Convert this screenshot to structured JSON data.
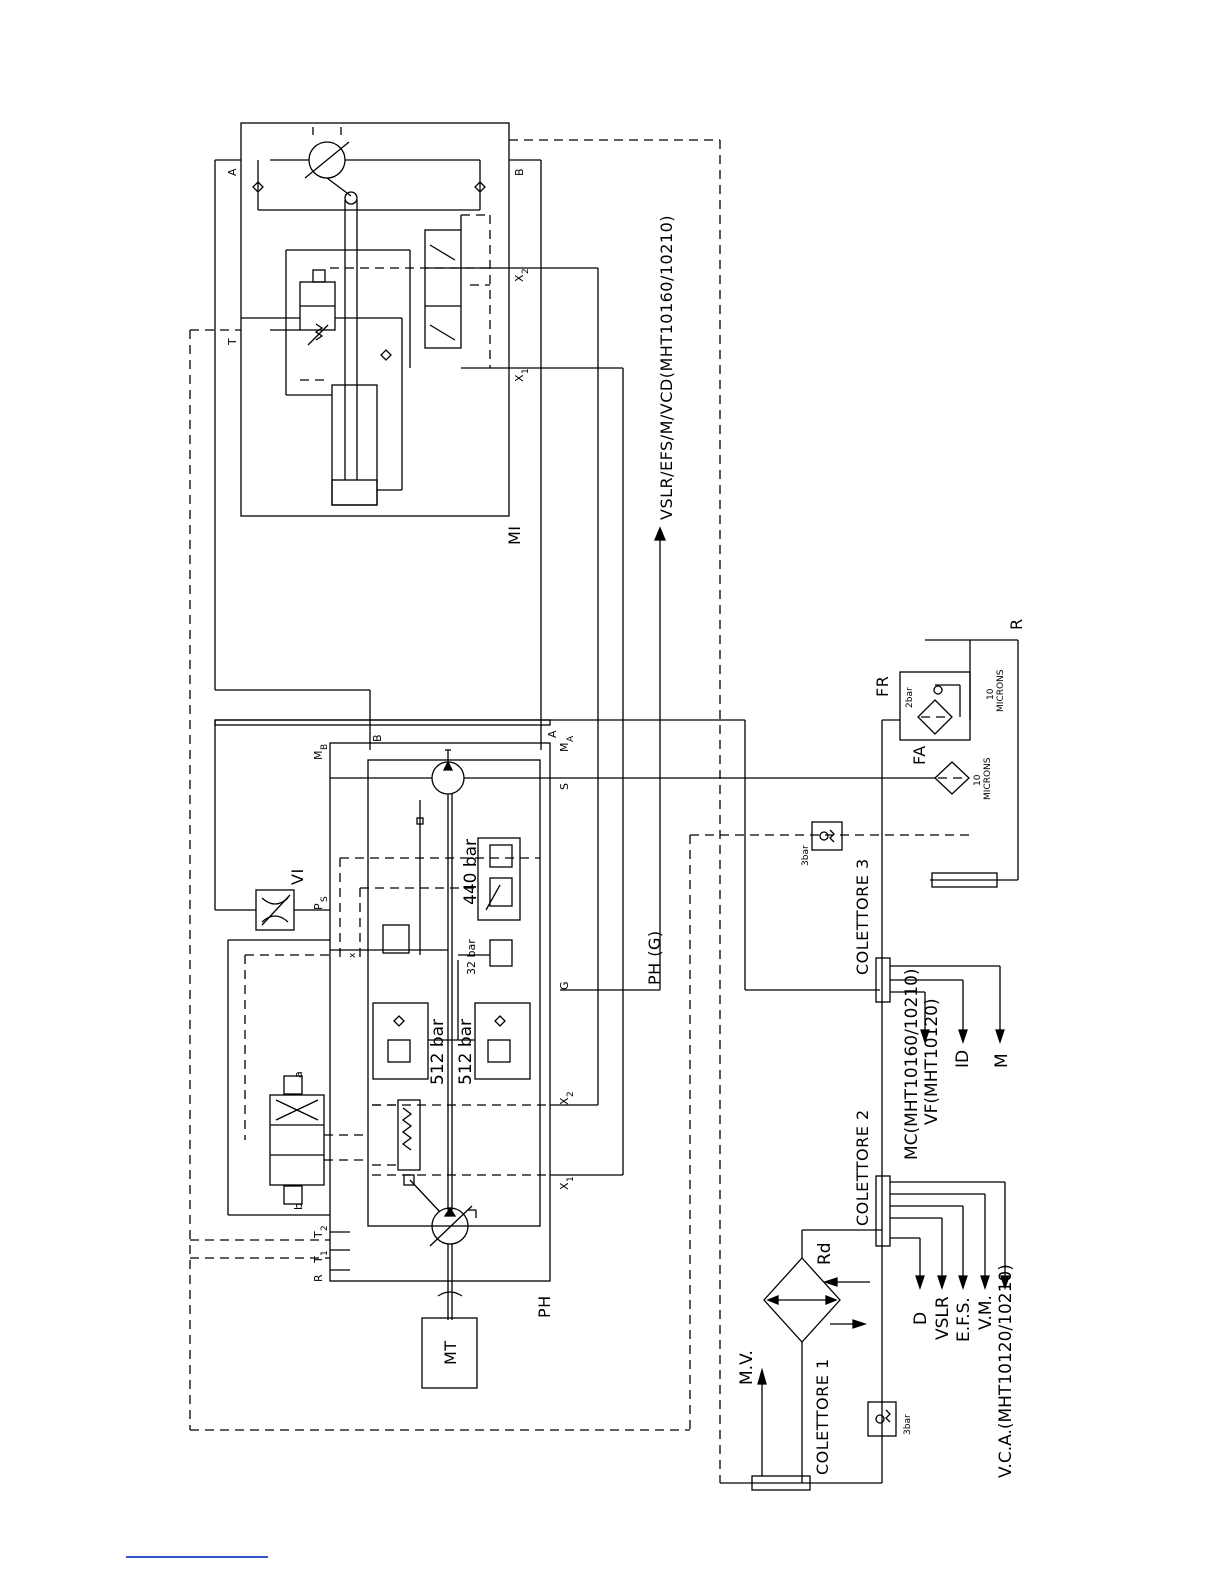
{
  "labels": {
    "mi": "MI",
    "ph": "PH",
    "mt": "MT",
    "vi": "VI",
    "fr": "FR",
    "fa": "FA",
    "r": "R",
    "rd": "Rd",
    "mv": "M.V.",
    "port_a_top": "A",
    "port_b_top": "B",
    "port_t": "T",
    "port_x1_top": "X",
    "port_x1_top_sub": "1",
    "port_x2_top": "X",
    "port_x2_top_sub": "2",
    "port_b_mid": "B",
    "port_a_mid": "A",
    "port_mb": "M",
    "port_mb_sub": "B",
    "port_ma": "M",
    "port_ma_sub": "A",
    "port_s": "S",
    "port_g": "G",
    "port_x2_mid": "X",
    "port_x2_mid_sub": "2",
    "port_x1_mid": "X",
    "port_x1_mid_sub": "1",
    "port_ps": "P",
    "port_ps_sub": "S",
    "port_x_small": "x",
    "port_r_left": "R",
    "port_t1": "T",
    "port_t1_sub": "1",
    "port_t2": "T",
    "port_t2_sub": "2",
    "valve_a": "a",
    "valve_b": "b",
    "p_440": "440 bar",
    "p_32": "32 bar",
    "p_512_a": "512 bar",
    "p_512_b": "512 bar",
    "p_3bar_a": "3bar",
    "p_3bar_b": "3bar",
    "p_2bar": "2bar",
    "microns_fa_1": "10",
    "microns_fa_2": "MICRONS",
    "microns_fr_1": "10",
    "microns_fr_2": "MICRONS",
    "ph_g": "PH (G)",
    "vslr_line": "VSLR/EFS/M/VCD(MHT10160/10210)",
    "colettore_1": "COLETTORE 1",
    "colettore_2": "COLETTORE 2",
    "colettore_3": "COLETTORE 3",
    "mc": "MC(MHT10160/10210)",
    "vf": "VF(MHT10120)",
    "id": "ID",
    "m": "M",
    "d": "D",
    "vslr": "VSLR",
    "efs": "E.F.S.",
    "vm": "V.M.",
    "vca": "V.C.A.(MHT10120/10210)"
  }
}
